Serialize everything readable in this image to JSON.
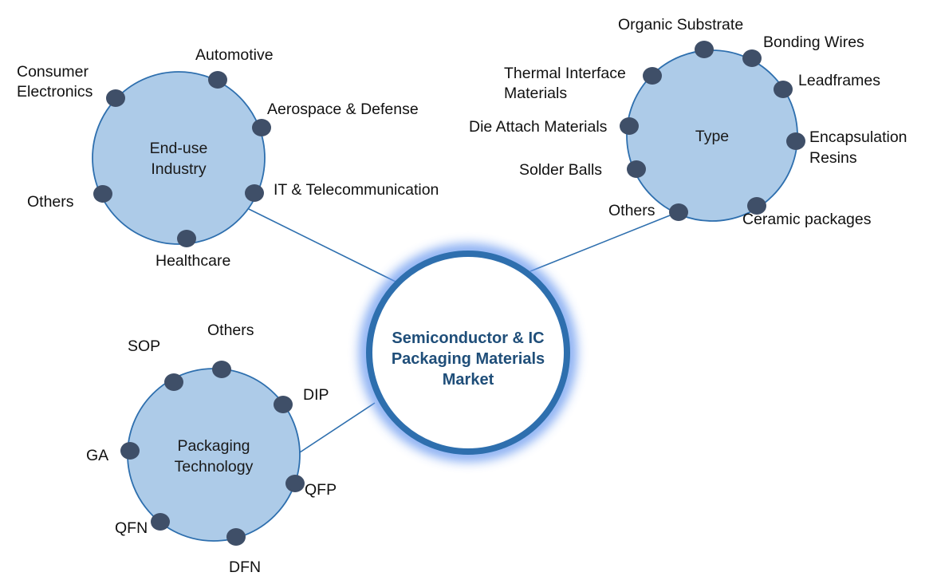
{
  "center": {
    "lines": [
      "Semiconductor & IC",
      "Packaging Materials",
      "Market"
    ]
  },
  "colors": {
    "hub_fill": "#adcbe8",
    "hub_stroke": "#2e6fae",
    "node_fill": "#3f4f68",
    "center_ring": "#2e6fae",
    "center_glow": "#6e9cf0",
    "center_text": "#1f4e79",
    "connector": "#2e6fae",
    "label_text": "#111111"
  },
  "segments": [
    {
      "id": "end-use-industry",
      "title": [
        "End-use",
        "Industry"
      ],
      "items": [
        {
          "label": [
            "Consumer",
            "Electronics"
          ]
        },
        {
          "label": [
            "Automotive"
          ]
        },
        {
          "label": [
            "Aerospace & Defense"
          ]
        },
        {
          "label": [
            "IT & Telecommunication"
          ]
        },
        {
          "label": [
            "Healthcare"
          ]
        },
        {
          "label": [
            "Others"
          ]
        }
      ]
    },
    {
      "id": "type",
      "title": [
        "Type"
      ],
      "items": [
        {
          "label": [
            "Organic Substrate"
          ]
        },
        {
          "label": [
            "Bonding Wires"
          ]
        },
        {
          "label": [
            "Leadframes"
          ]
        },
        {
          "label": [
            "Encapsulation",
            "Resins"
          ]
        },
        {
          "label": [
            "Ceramic packages"
          ]
        },
        {
          "label": [
            "Others"
          ]
        },
        {
          "label": [
            "Solder Balls"
          ]
        },
        {
          "label": [
            "Die Attach Materials"
          ]
        },
        {
          "label": [
            "Thermal Interface",
            "Materials"
          ]
        }
      ]
    },
    {
      "id": "packaging-technology",
      "title": [
        "Packaging",
        "Technology"
      ],
      "items": [
        {
          "label": [
            "Others"
          ]
        },
        {
          "label": [
            "SOP"
          ]
        },
        {
          "label": [
            "DIP"
          ]
        },
        {
          "label": [
            "GA"
          ]
        },
        {
          "label": [
            "QFP"
          ]
        },
        {
          "label": [
            "QFN"
          ]
        },
        {
          "label": [
            "DFN"
          ]
        }
      ]
    }
  ]
}
